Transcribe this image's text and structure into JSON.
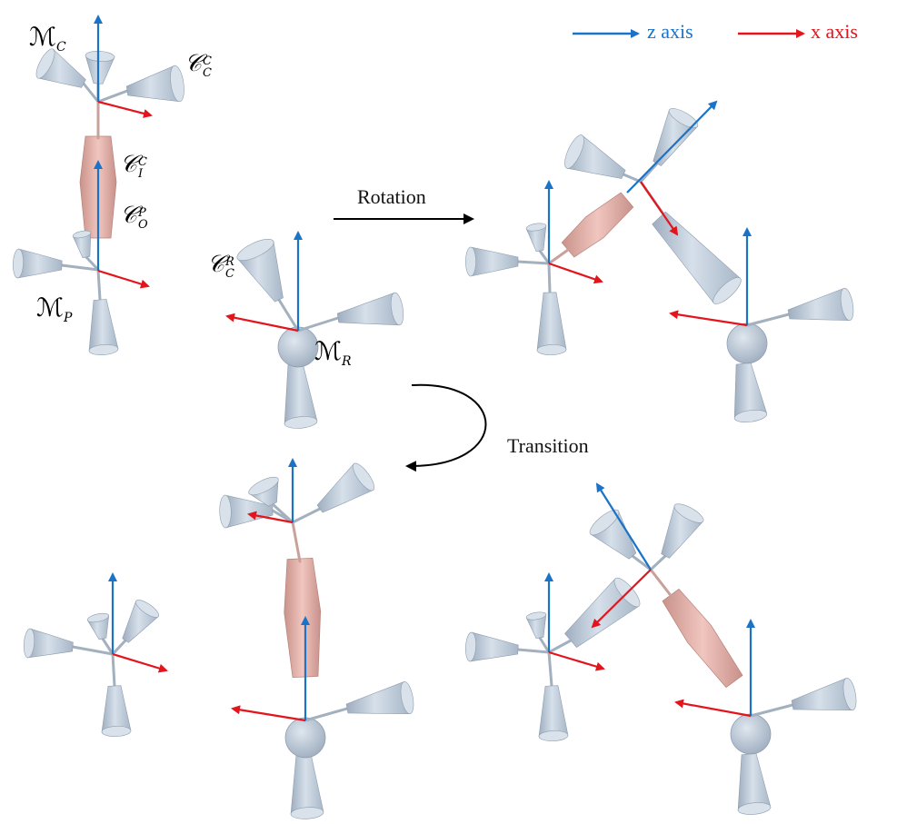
{
  "legend": {
    "z_label": "z axis",
    "x_label": "x axis",
    "z_color": "#1a73c7",
    "x_color": "#e3141b"
  },
  "steps": {
    "rotation": "Rotation",
    "transition": "Transition"
  },
  "labels": {
    "M_C": {
      "sym": "ℳ",
      "sub": "C"
    },
    "C_C_C": {
      "sym": "𝒞",
      "sup": "C",
      "sub": "C"
    },
    "C_I_C": {
      "sym": "𝒞",
      "sup": "C",
      "sub": "I"
    },
    "C_O_P": {
      "sym": "𝒞",
      "sup": "P",
      "sub": "O"
    },
    "M_P": {
      "sym": "ℳ",
      "sub": "P"
    },
    "C_C_R": {
      "sym": "𝒞",
      "sup": "R",
      "sub": "C"
    },
    "M_R": {
      "sym": "ℳ",
      "sub": "R"
    }
  },
  "colors": {
    "cone": "#c5d1de",
    "cone_dark": "#9fafc1",
    "link": "#e8b8b0",
    "link_dark": "#c58c84"
  }
}
